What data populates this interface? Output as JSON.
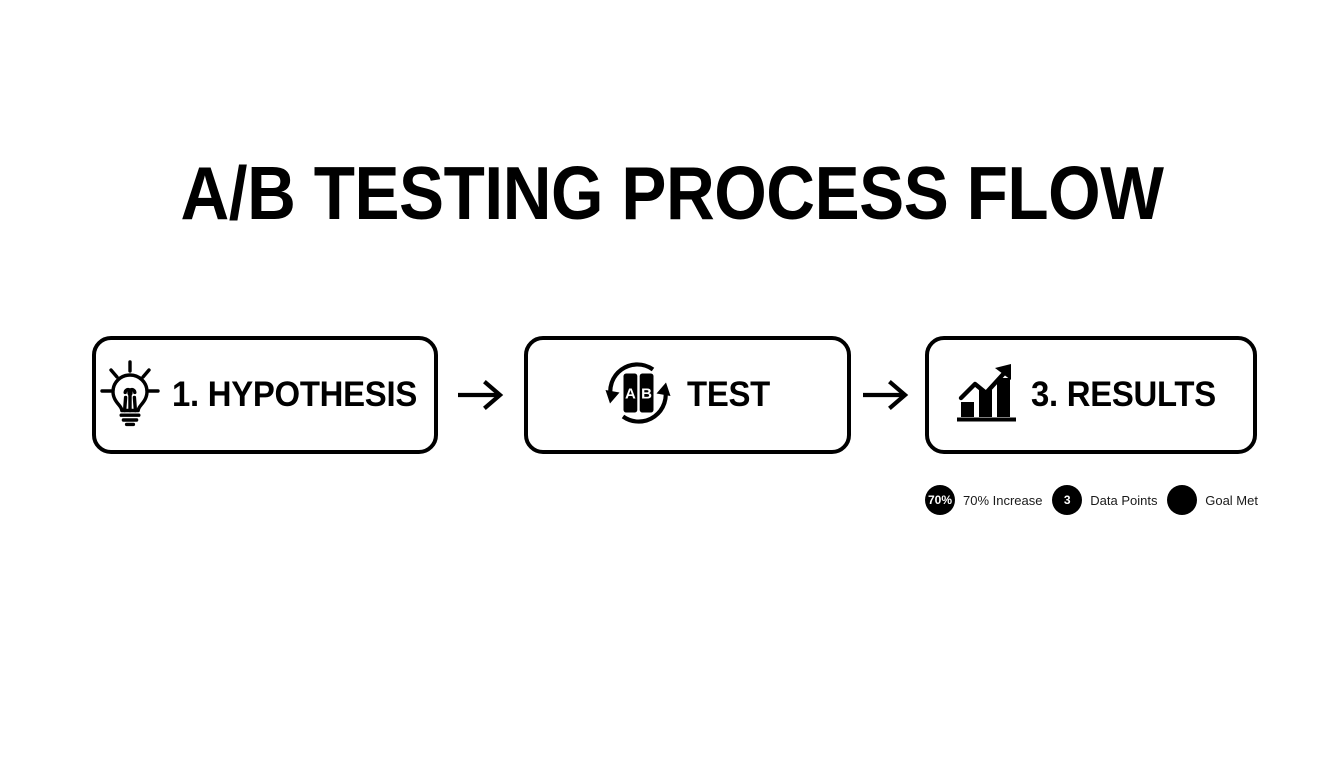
{
  "page": {
    "title": "A/B TESTING PROCESS FLOW",
    "background_color": "#ffffff",
    "ink_color": "#000000"
  },
  "flow": {
    "arrow_glyph": "→",
    "steps": [
      {
        "label": "1. HYPOTHESIS",
        "icon": "lightbulb-icon"
      },
      {
        "label": "TEST",
        "icon": "ab-split-test-icon",
        "icon_letters": {
          "a": "A",
          "b": "B"
        }
      },
      {
        "label": "3. RESULTS",
        "icon": "growth-bar-chart-icon"
      }
    ]
  },
  "legend": {
    "items": [
      {
        "badge": "70%",
        "label": "70% Increase",
        "icon": "percent-badge-icon"
      },
      {
        "badge": "3",
        "label": "Data Points",
        "icon": "count-badge-icon"
      },
      {
        "badge": "",
        "label": "Goal Met",
        "icon": "filled-circle-icon"
      }
    ]
  }
}
